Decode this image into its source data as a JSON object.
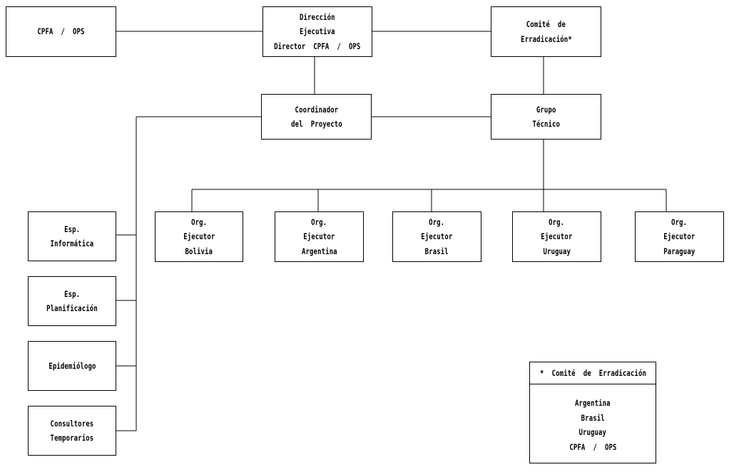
{
  "org_chart": {
    "top_left": {
      "lines": [
        "CPFA  /  OPS"
      ]
    },
    "direccion": {
      "lines": [
        "Dirección",
        "Ejecutiva",
        "Director  CPFA  /  OPS"
      ]
    },
    "comite": {
      "lines": [
        "Comité  de",
        "Erradicación*"
      ]
    },
    "coordinador": {
      "lines": [
        "Coordinador",
        "del  Proyecto"
      ]
    },
    "grupo": {
      "lines": [
        "Grupo",
        "Técnico"
      ]
    },
    "staff": [
      {
        "lines": [
          "Esp.",
          "Informática"
        ]
      },
      {
        "lines": [
          "Esp.",
          "Planificación"
        ]
      },
      {
        "lines": [
          "Epidemiólogo"
        ]
      },
      {
        "lines": [
          "Consultores",
          "Temporarios"
        ]
      }
    ],
    "ejecutores": [
      {
        "lines": [
          "Org.",
          "Ejecutor",
          "Bolivia"
        ]
      },
      {
        "lines": [
          "Org.",
          "Ejecutor",
          "Argentina"
        ]
      },
      {
        "lines": [
          "Org.",
          "Ejecutor",
          "Brasil"
        ]
      },
      {
        "lines": [
          "Org.",
          "Ejecutor",
          "Uruguay"
        ]
      },
      {
        "lines": [
          "Org.",
          "Ejecutor",
          "Paraguay"
        ]
      }
    ]
  },
  "legend": {
    "title": "*  Comité  de  Erradicación",
    "members": [
      "Argentina",
      "Brasil",
      "Uruguay",
      "CPFA  /  OPS"
    ]
  }
}
